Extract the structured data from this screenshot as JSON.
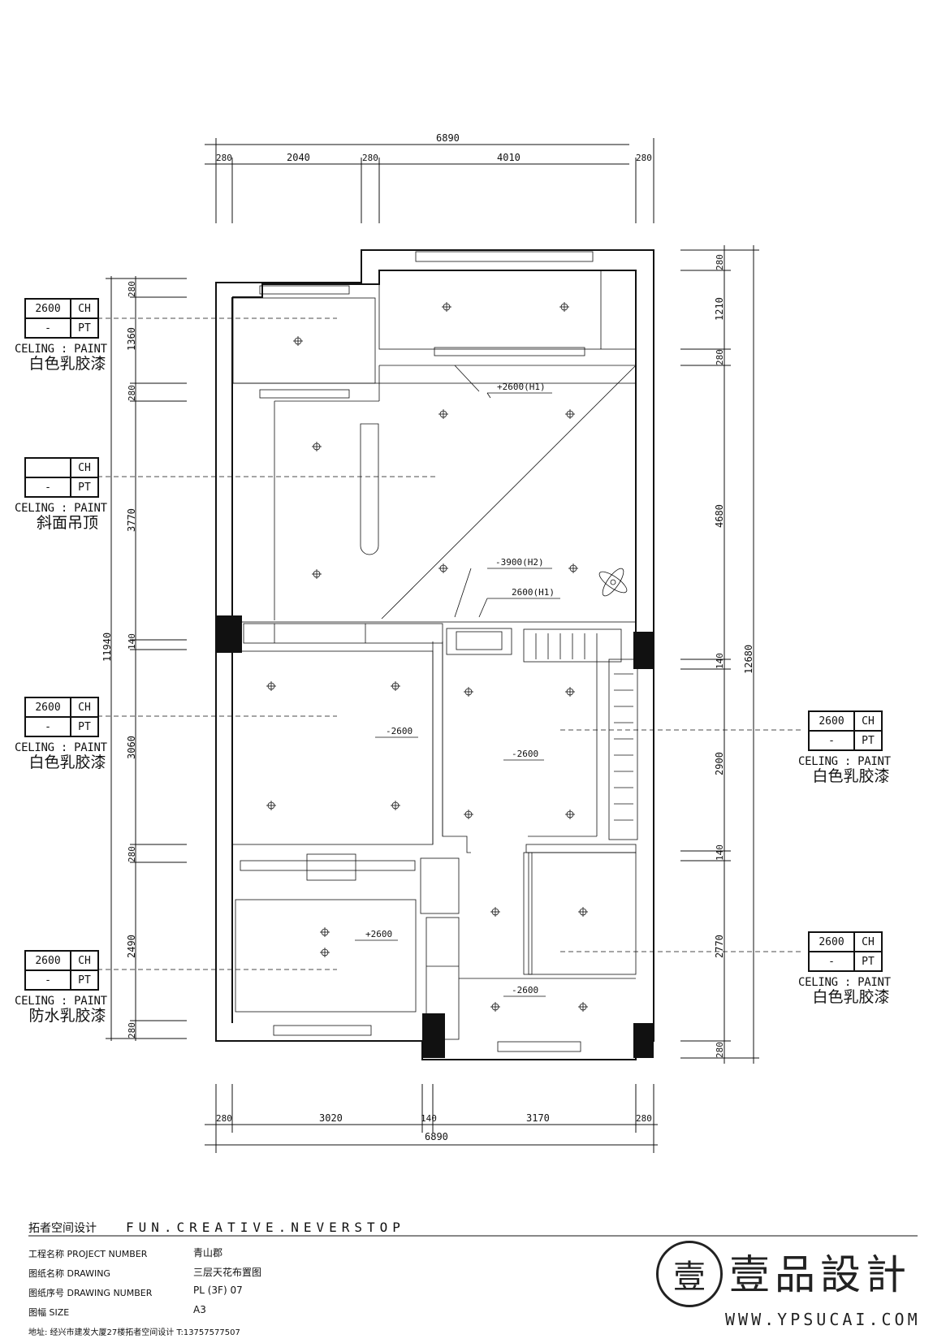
{
  "dimensions": {
    "top_total": "6890",
    "top_segments": [
      "280",
      "2040",
      "280",
      "4010",
      "280"
    ],
    "bottom_total": "6890",
    "bottom_segments": [
      "280",
      "3020",
      "140",
      "3170",
      "280"
    ],
    "left_total": "11940",
    "left_segments": [
      "280",
      "1360",
      "280",
      "3770",
      "140",
      "3060",
      "280",
      "2490",
      "280"
    ],
    "right_total": "12680",
    "right_segments": [
      "280",
      "1210",
      "280",
      "4680",
      "140",
      "2900",
      "140",
      "2770",
      "280"
    ]
  },
  "ceiling_tags": [
    {
      "ch": "2600",
      "ch_code": "CH",
      "pt": "-",
      "pt_code": "PT",
      "title": "CELING : PAINT",
      "finish": "白色乳胶漆"
    },
    {
      "ch": "",
      "ch_code": "CH",
      "pt": "-",
      "pt_code": "PT",
      "title": "CELING : PAINT",
      "finish": "斜面吊顶"
    },
    {
      "ch": "2600",
      "ch_code": "CH",
      "pt": "-",
      "pt_code": "PT",
      "title": "CELING : PAINT",
      "finish": "白色乳胶漆"
    },
    {
      "ch": "2600",
      "ch_code": "CH",
      "pt": "-",
      "pt_code": "PT",
      "title": "CELING : PAINT",
      "finish": "防水乳胶漆"
    },
    {
      "ch": "2600",
      "ch_code": "CH",
      "pt": "-",
      "pt_code": "PT",
      "title": "CELING : PAINT",
      "finish": "白色乳胶漆"
    },
    {
      "ch": "2600",
      "ch_code": "CH",
      "pt": "-",
      "pt_code": "PT",
      "title": "CELING : PAINT",
      "finish": "白色乳胶漆"
    }
  ],
  "levels": {
    "h1_top": "+2600(H1)",
    "h2": "-3900(H2)",
    "h1": "2600(H1)",
    "living": "-2600",
    "dining": "-2600",
    "bath": "+2600",
    "kitchen": "-2600"
  },
  "footer": {
    "firm_cn": "拓者空间设计",
    "firm_en": "FUN.CREATIVE.NEVERSTOP",
    "rows": [
      {
        "label": "工程名称 PROJECT NUMBER",
        "value": "青山郡"
      },
      {
        "label": "图纸名称 DRAWING",
        "value": "三层天花布置图"
      },
      {
        "label": "图纸序号 DRAWING NUMBER",
        "value": "PL (3F) 07"
      },
      {
        "label": "图幅 SIZE",
        "value": "A3"
      }
    ],
    "address": "地址: 经兴市建发大厦27楼拓者空间设计  T:13757577507"
  },
  "logo": {
    "text_cn": "壹品設計",
    "url": "WWW.YPSUCAI.COM",
    "seal": "壹"
  }
}
